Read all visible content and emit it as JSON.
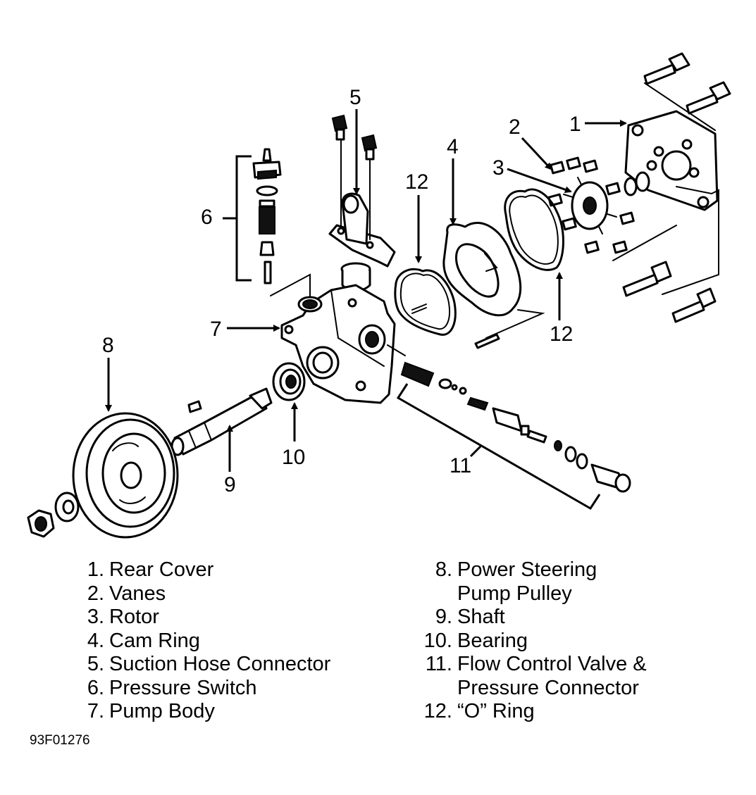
{
  "callouts": {
    "c1": "1",
    "c2": "2",
    "c3": "3",
    "c4": "4",
    "c5": "5",
    "c6": "6",
    "c7": "7",
    "c8": "8",
    "c9": "9",
    "c10": "10",
    "c11": "11",
    "c12a": "12",
    "c12b": "12"
  },
  "legend_left": [
    {
      "num": "1.",
      "text": "Rear Cover"
    },
    {
      "num": "2.",
      "text": "Vanes"
    },
    {
      "num": "3.",
      "text": "Rotor"
    },
    {
      "num": "4.",
      "text": "Cam Ring"
    },
    {
      "num": "5.",
      "text": "Suction Hose Connector"
    },
    {
      "num": "6.",
      "text": "Pressure Switch"
    },
    {
      "num": "7.",
      "text": "Pump Body"
    }
  ],
  "legend_right": [
    {
      "num": "8.",
      "text": "Power Steering"
    },
    {
      "num": "",
      "text": "Pump Pulley"
    },
    {
      "num": "9.",
      "text": "Shaft"
    },
    {
      "num": "10.",
      "text": "Bearing"
    },
    {
      "num": "11.",
      "text": "Flow Control Valve &"
    },
    {
      "num": "",
      "text": "Pressure Connector"
    },
    {
      "num": "12.",
      "text": "“O” Ring"
    }
  ],
  "figure_id": "93F01276"
}
